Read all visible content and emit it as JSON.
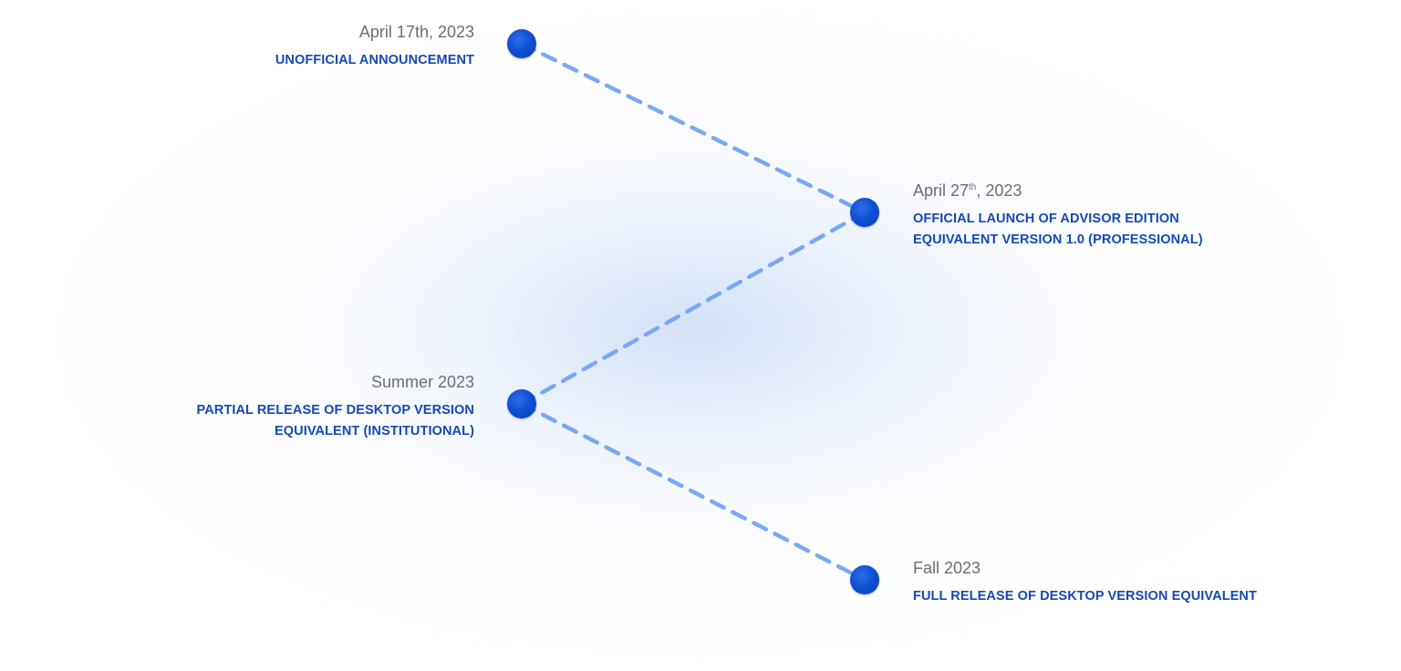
{
  "colors": {
    "accent": "#1449b8",
    "date_text": "#6b6e75",
    "connector": "#7aa9f3",
    "node": "#0f4fcf"
  },
  "milestones": [
    {
      "date": "April 17th, 2023",
      "title_lines": [
        "UNOFFICIAL ANNOUNCEMENT"
      ],
      "side": "left"
    },
    {
      "date_main": "April 27",
      "date_sup": "th",
      "date_rest": ", 2023",
      "title_lines": [
        "OFFICIAL LAUNCH OF ADVISOR EDITION",
        "EQUIVALENT VERSION 1.0 (PROFESSIONAL)"
      ],
      "side": "right"
    },
    {
      "date": "Summer 2023",
      "title_lines": [
        "PARTIAL RELEASE OF DESKTOP VERSION",
        "EQUIVALENT (INSTITUTIONAL)"
      ],
      "side": "left"
    },
    {
      "date": "Fall 2023",
      "title_lines": [
        "FULL RELEASE OF DESKTOP VERSION EQUIVALENT"
      ],
      "side": "right"
    }
  ]
}
